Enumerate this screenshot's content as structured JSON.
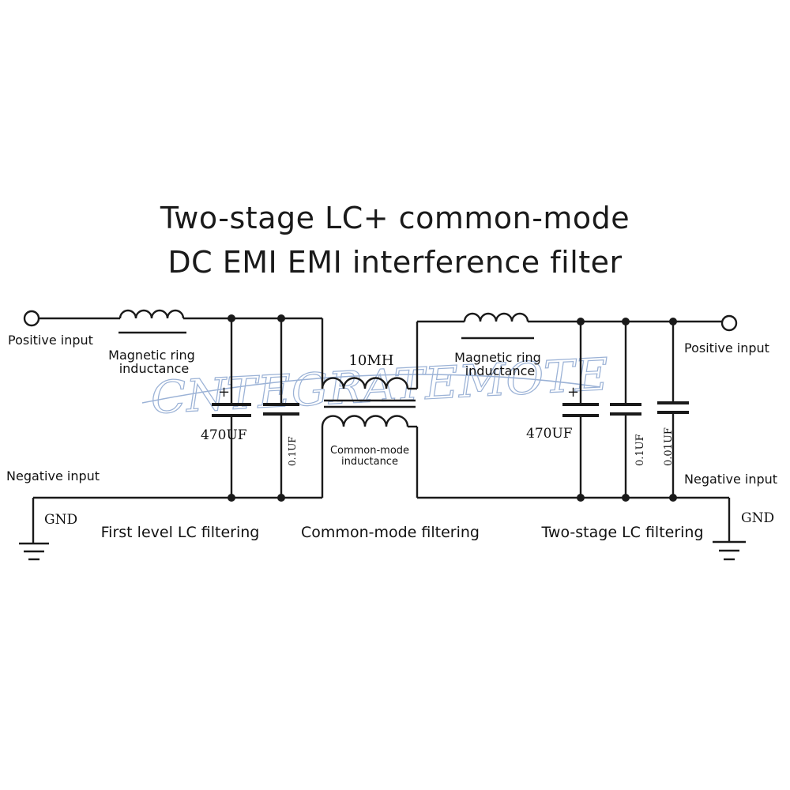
{
  "title": {
    "line1": "Two-stage LC+ common-mode",
    "line2": "DC EMI EMI interference filter"
  },
  "labels": {
    "pos_in_left": "Positive input",
    "neg_in_left": "Negative input",
    "pos_in_right": "Positive input",
    "neg_in_right": "Negative input",
    "ring_left_1": "Magnetic ring",
    "ring_left_2": "inductance",
    "ring_right_1": "Magnetic ring",
    "ring_right_2": "inductance",
    "cm_value": "10MH",
    "cm_label_1": "Common-mode",
    "cm_label_2": "inductance",
    "cap1": "470UF",
    "cap2": "0.1UF",
    "cap3": "470UF",
    "cap4": "0.1UF",
    "cap5": "0.01UF",
    "gnd_left": "GND",
    "gnd_right": "GND",
    "plus_left": "+",
    "plus_right": "+",
    "section1": "First level LC filtering",
    "section2": "Common-mode filtering",
    "section3": "Two-stage LC filtering"
  },
  "watermark": "CNTEGRATEMOTE",
  "colors": {
    "line": "#1a1a1a",
    "watermark": "#9bb2d6"
  }
}
